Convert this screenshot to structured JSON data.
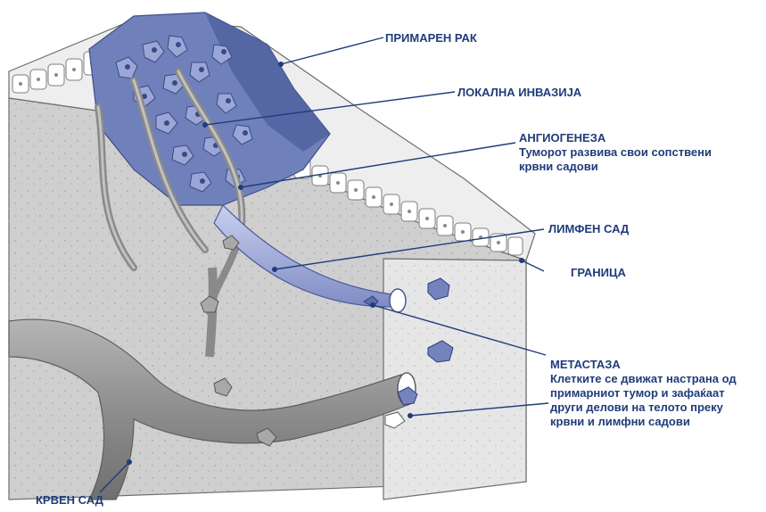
{
  "labels": {
    "primary_cancer": "ПРИМАРЕН РАК",
    "local_invasion": "ЛОКАЛНА ИНВАЗИЈА",
    "angiogenesis": {
      "title": "АНГИОГЕНЕЗА",
      "line1": "Туморот развива свои сопствени",
      "line2": "крвни садови"
    },
    "lymph_vessel": "ЛИМФЕН САД",
    "boundary": "ГРАНИЦА",
    "metastasis": {
      "title": "МЕТАСТАЗА",
      "line1": "Клетките се движат настрана од",
      "line2": "примарниот тумор и зафаќаат",
      "line3": "други делови на телото преку",
      "line4": "крвни и лимфни садови"
    },
    "blood_vessel": "КРВЕН САД"
  },
  "colors": {
    "label_text": "#1f3c7a",
    "leader_line": "#1f3c7a",
    "tissue_top": "#d6d6d6",
    "tissue_front": "#c9c9c9",
    "tissue_side": "#e9e9e9",
    "tumor": "#5b6ea8",
    "tumor_light": "#8e9bd0",
    "vessel": "#9a9a9a",
    "lymph": "#aab4dc"
  }
}
